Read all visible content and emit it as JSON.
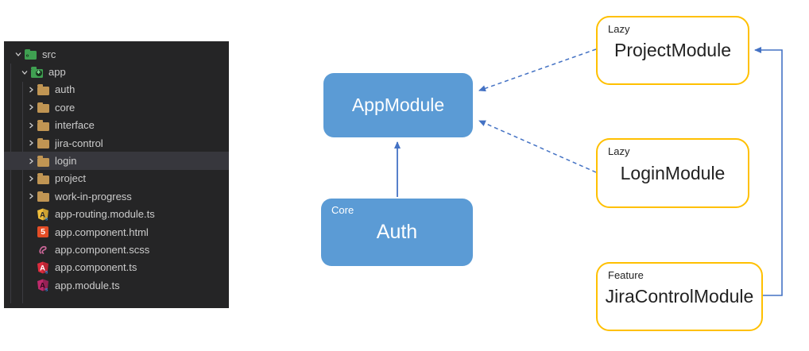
{
  "file_explorer": {
    "tree": [
      {
        "label": "src",
        "level": 0,
        "kind": "folder-src",
        "expanded": true
      },
      {
        "label": "app",
        "level": 1,
        "kind": "folder-app",
        "expanded": true
      },
      {
        "label": "auth",
        "level": 2,
        "kind": "folder"
      },
      {
        "label": "core",
        "level": 2,
        "kind": "folder"
      },
      {
        "label": "interface",
        "level": 2,
        "kind": "folder"
      },
      {
        "label": "jira-control",
        "level": 2,
        "kind": "folder"
      },
      {
        "label": "login",
        "level": 2,
        "kind": "folder",
        "selected": true
      },
      {
        "label": "project",
        "level": 2,
        "kind": "folder"
      },
      {
        "label": "work-in-progress",
        "level": 2,
        "kind": "folder"
      },
      {
        "label": "app-routing.module.ts",
        "level": 2,
        "kind": "file-angular-routing"
      },
      {
        "label": "app.component.html",
        "level": 2,
        "kind": "file-html"
      },
      {
        "label": "app.component.scss",
        "level": 2,
        "kind": "file-scss"
      },
      {
        "label": "app.component.ts",
        "level": 2,
        "kind": "file-angular-ts"
      },
      {
        "label": "app.module.ts",
        "level": 2,
        "kind": "file-angular-module"
      }
    ],
    "colors": {
      "background": "#252526",
      "selected_row": "#37373d",
      "text": "#cccccc",
      "folder": "#c09553",
      "folder_green": "#3fa051"
    }
  },
  "diagram": {
    "nodes": [
      {
        "id": "app-module",
        "label": "AppModule",
        "tag": "",
        "style": "blue"
      },
      {
        "id": "auth",
        "label": "Auth",
        "tag": "Core",
        "style": "blue"
      },
      {
        "id": "project-module",
        "label": "ProjectModule",
        "tag": "Lazy",
        "style": "outline"
      },
      {
        "id": "login-module",
        "label": "LoginModule",
        "tag": "Lazy",
        "style": "outline"
      },
      {
        "id": "jira-control-module",
        "label": "JiraControlModule",
        "tag": "Feature",
        "style": "outline"
      }
    ],
    "edges": [
      {
        "from": "Auth",
        "to": "AppModule",
        "style": "solid"
      },
      {
        "from": "ProjectModule",
        "to": "AppModule",
        "style": "dashed"
      },
      {
        "from": "LoginModule",
        "to": "AppModule",
        "style": "dashed"
      },
      {
        "from": "JiraControlModule",
        "to": "ProjectModule",
        "style": "solid-elbow"
      }
    ],
    "colors": {
      "node_fill": "#5b9bd5",
      "outline_border": "#ffc000",
      "arrow": "#4472c4"
    }
  }
}
